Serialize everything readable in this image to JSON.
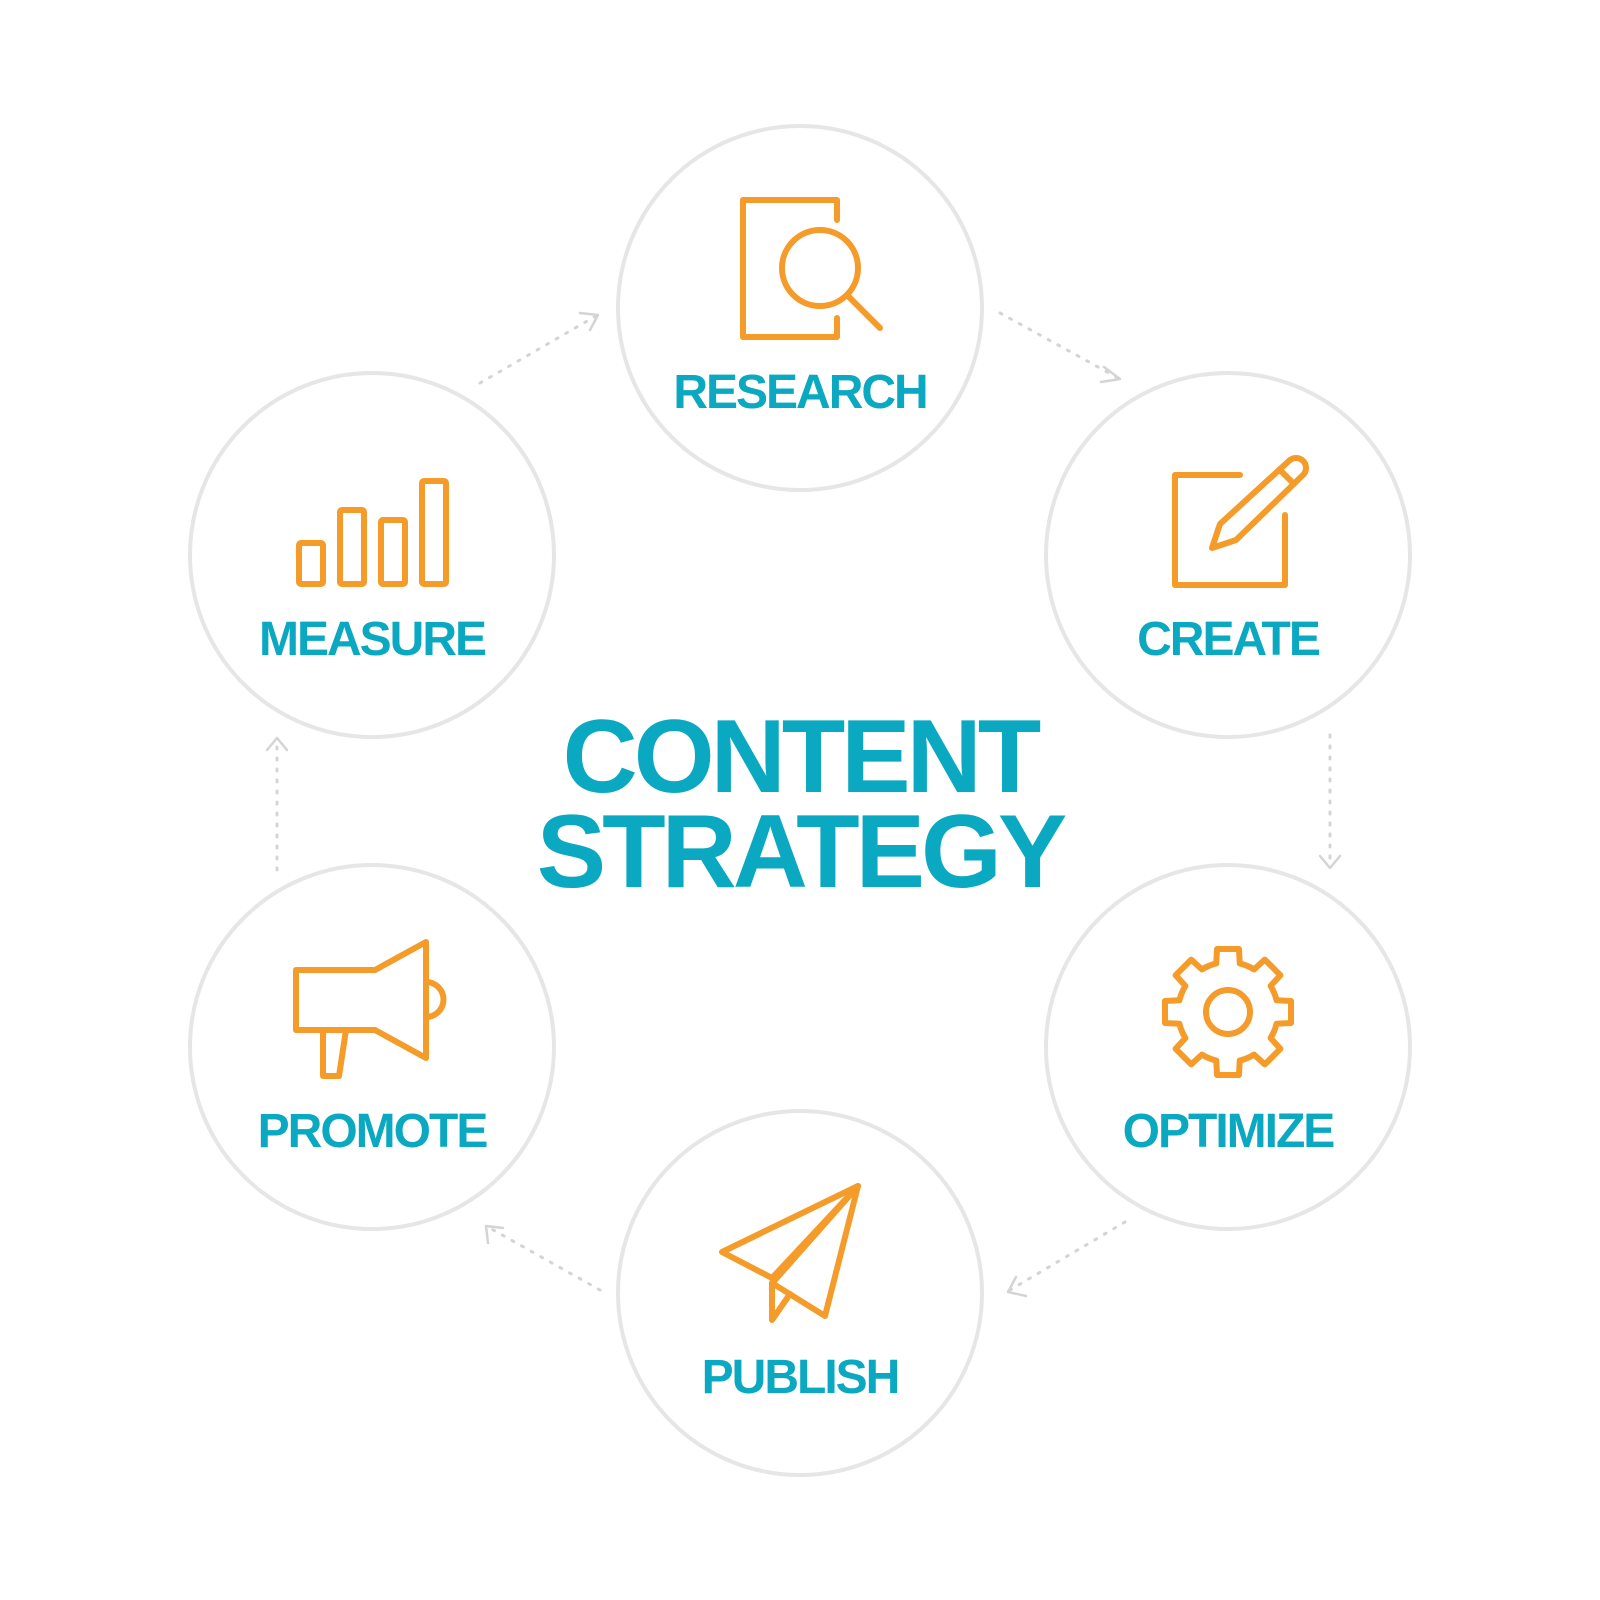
{
  "center": {
    "line1": "CONTENT",
    "line2": "STRATEGY"
  },
  "steps": [
    {
      "label": "RESEARCH",
      "icon": "document-search-icon"
    },
    {
      "label": "CREATE",
      "icon": "edit-pencil-icon"
    },
    {
      "label": "OPTIMIZE",
      "icon": "gear-icon"
    },
    {
      "label": "PUBLISH",
      "icon": "paper-plane-icon"
    },
    {
      "label": "PROMOTE",
      "icon": "megaphone-icon"
    },
    {
      "label": "MEASURE",
      "icon": "bar-chart-icon"
    }
  ],
  "colors": {
    "accent_text": "#0aa9c1",
    "icon_stroke": "#f59b2a",
    "circle_border": "#e6e6e6",
    "connector": "#d4d4d4"
  }
}
